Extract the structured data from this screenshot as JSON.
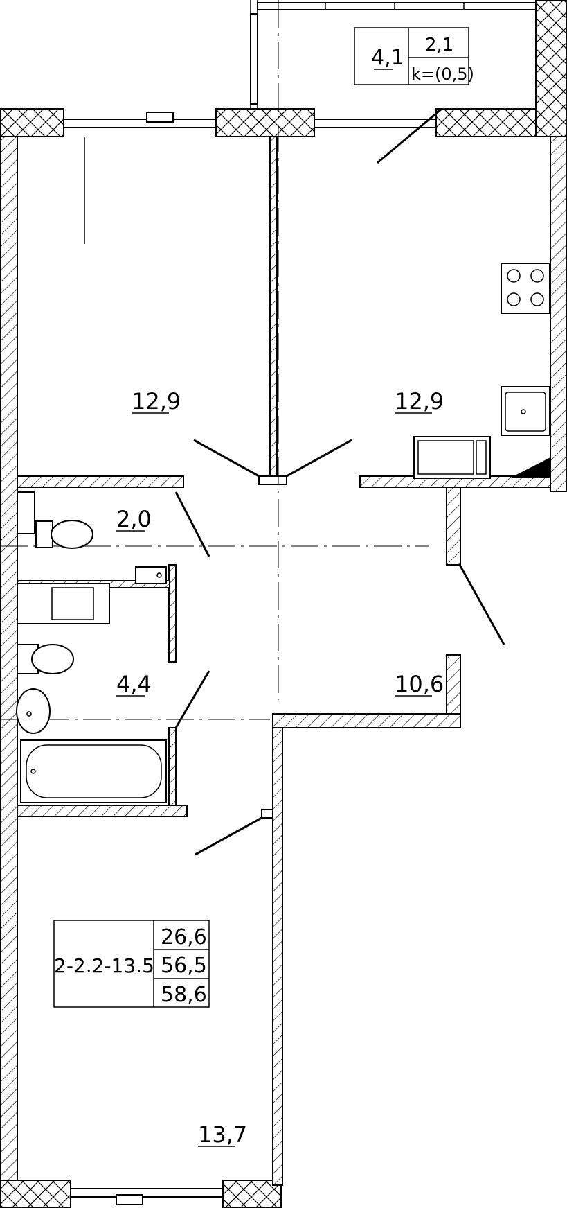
{
  "rooms": {
    "room_left_top": "12,9",
    "kitchen": "12,9",
    "toilet": "2,0",
    "bathroom": "4,4",
    "hall": "10,6",
    "room_bottom": "13,7",
    "balcony_area": "4,1",
    "balcony_reduced": "2,1",
    "balcony_coef": "k=(0,5)"
  },
  "summary": {
    "apartment_code": "2-2.2-13.5",
    "living_area": "26,6",
    "total_area": "56,5",
    "total_with_balcony": "58,6"
  },
  "colors": {
    "line": "#000000",
    "background": "#ffffff"
  }
}
